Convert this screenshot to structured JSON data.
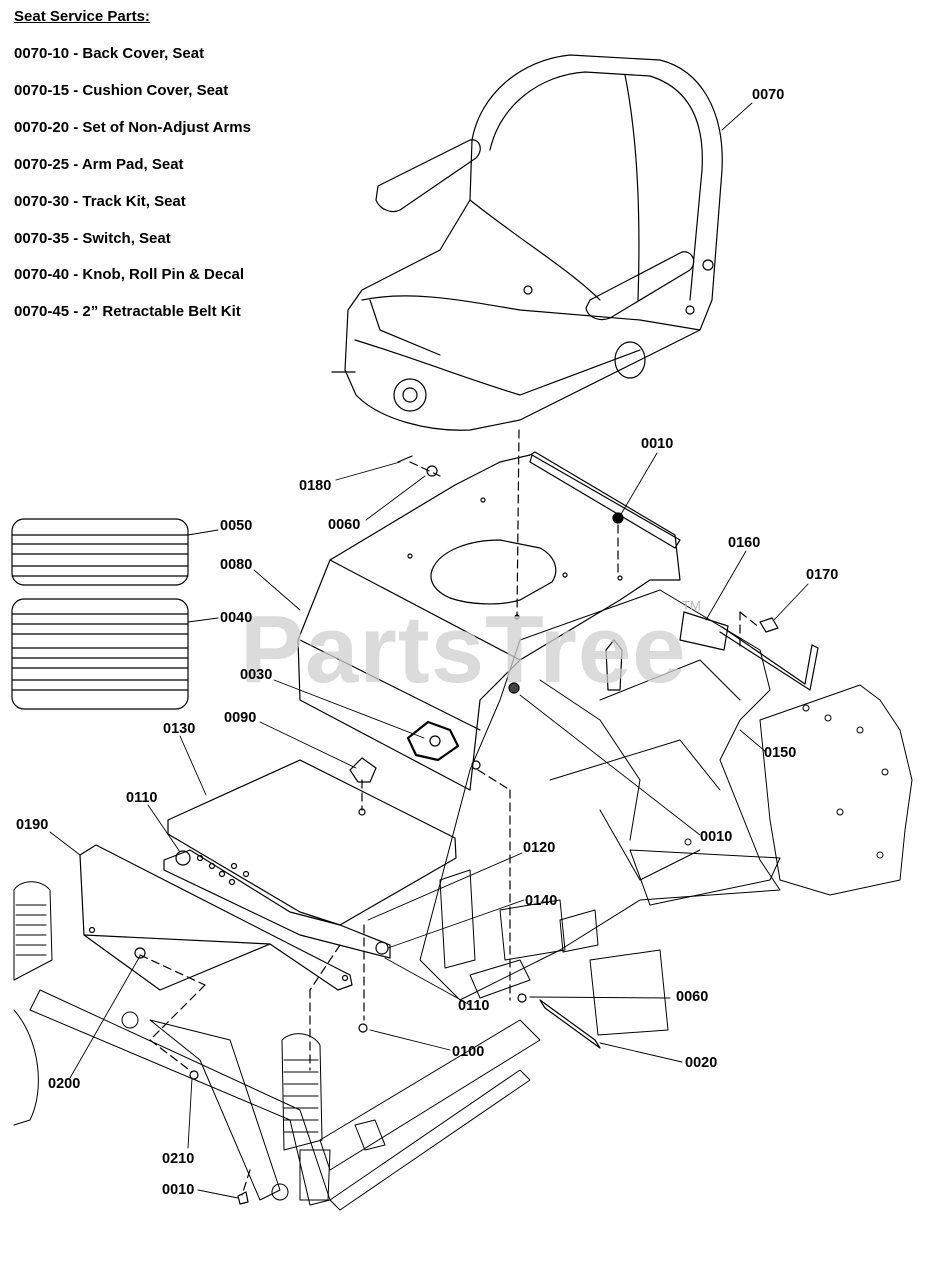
{
  "service_parts": {
    "title": "Seat Service Parts:",
    "items": [
      "0070-10 - Back Cover, Seat",
      "0070-15 - Cushion Cover, Seat",
      "0070-20 - Set of Non-Adjust Arms",
      "0070-25 - Arm Pad, Seat",
      "0070-30 - Track Kit, Seat",
      "0070-35 - Switch, Seat",
      "0070-40 - Knob, Roll Pin & Decal",
      "0070-45 - 2” Retractable Belt Kit"
    ]
  },
  "callouts": [
    "0070",
    "0180",
    "0060",
    "0010",
    "0160",
    "0170",
    "0050",
    "0080",
    "0040",
    "0030",
    "0090",
    "0130",
    "0150",
    "0110",
    "0010",
    "0190",
    "0120",
    "0140",
    "0110",
    "0060",
    "0100",
    "0020",
    "0200",
    "0210",
    "0010"
  ],
  "watermark": "PartsTree",
  "trademark": "TM"
}
